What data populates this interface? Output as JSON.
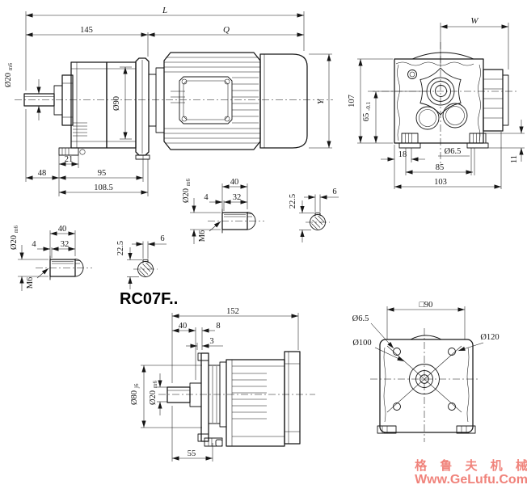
{
  "drawing": {
    "model": "RC07F..",
    "views": {
      "side": {
        "L": "L",
        "q": "Q",
        "len": "145",
        "y": "Y",
        "shaft_d": "Ø20",
        "shaft_fit": "m6",
        "housing_d": "Ø90",
        "d48": "48",
        "d21": "21",
        "d95": "95",
        "d1085": "108.5"
      },
      "end": {
        "w": "W",
        "d107": "107",
        "d65": "65",
        "d65tol": "-0.1",
        "d18": "18",
        "hole": "Ø6.5",
        "d85": "85",
        "d103": "103",
        "d11": "11"
      },
      "shaft": {
        "d40": "40",
        "d4": "4",
        "d32": "32",
        "thread": "M6",
        "d": "Ø20",
        "fit": "m6",
        "d225": "22.5",
        "d6": "6"
      },
      "flange_side": {
        "d152": "152",
        "d40": "40",
        "d8": "8",
        "d3": "3",
        "spigot": "Ø80",
        "spigot_fit": "j6",
        "shaft_d": "Ø20",
        "shaft_fit": "m6",
        "d55": "55"
      },
      "flange_end": {
        "square": "□90",
        "hole": "Ø6.5",
        "bcd": "Ø100",
        "corner": "Ø120"
      }
    },
    "watermark": {
      "cn": "格 鲁 夫 机 械",
      "url": "Www.GeLufu.Com"
    }
  }
}
